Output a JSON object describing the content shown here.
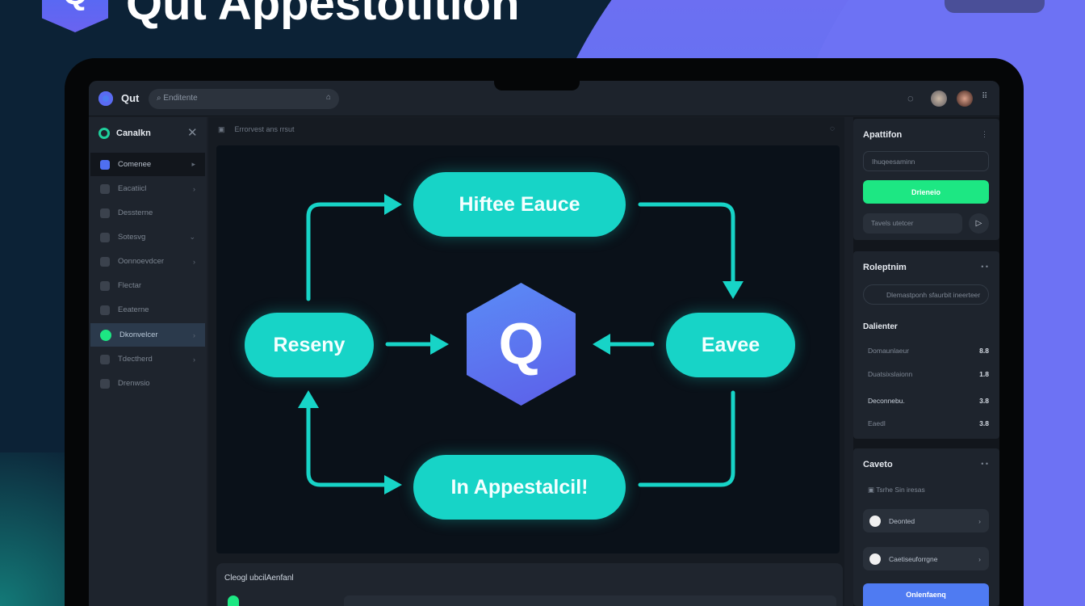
{
  "header": {
    "title": "Qut Appestotition",
    "logo_letter": "Q"
  },
  "app": {
    "name": "Qut",
    "search_placeholder": "Enditente",
    "sidebar": {
      "title": "Canalkn",
      "items": [
        {
          "label": "Comenee",
          "state": "active"
        },
        {
          "label": "Eacatiicl"
        },
        {
          "label": "Dessterne"
        },
        {
          "label": "Sotesvg"
        },
        {
          "label": "Oonnoevdcer"
        },
        {
          "label": "Flectar"
        },
        {
          "label": "Eeaterne"
        },
        {
          "label": "Dkonvelcer",
          "state": "selected"
        },
        {
          "label": "Tdectherd"
        },
        {
          "label": "Drenwsio"
        }
      ]
    },
    "main": {
      "toolbar_label": "Errorvest ans rrsut",
      "diagram": {
        "nodes": {
          "top": "Hiftee Eauce",
          "left": "Reseny",
          "right": "Eavee",
          "bottom": "In Appestalcil!",
          "center": "Q"
        },
        "accent": "#17d4c7"
      },
      "bottom_panel": {
        "title": "Cleogl ubcilAenfanl"
      }
    },
    "right_panel": {
      "section1": {
        "title": "Apattifon",
        "field_placeholder": "Ihuqeesaminn",
        "primary_button": "Drieneio",
        "secondary_field": "Tavels utetcer"
      },
      "section2": {
        "title": "Roleptnim",
        "field": "Dlemastponh sfaurbit ineerteer",
        "subtitle": "Dalienter",
        "rows": [
          {
            "label": "Domaunlaeur",
            "value": "8.8"
          },
          {
            "label": "Duatsixslaionn",
            "value": "1.8"
          },
          {
            "label": "Deconnebu.",
            "value": "3.8"
          },
          {
            "label": "Eaedl",
            "value": "3.8"
          }
        ]
      },
      "section3": {
        "title": "Caveto",
        "info": "Tsrhe Sin iresas",
        "items": [
          {
            "label": "Deonted"
          },
          {
            "label": "Caetiseuforrgne"
          }
        ],
        "button": "Onlenfaenq"
      }
    }
  },
  "colors": {
    "primary_green": "#1de783",
    "primary_blue": "#4f7bf2",
    "bg_purple": "#6c6ff2"
  }
}
